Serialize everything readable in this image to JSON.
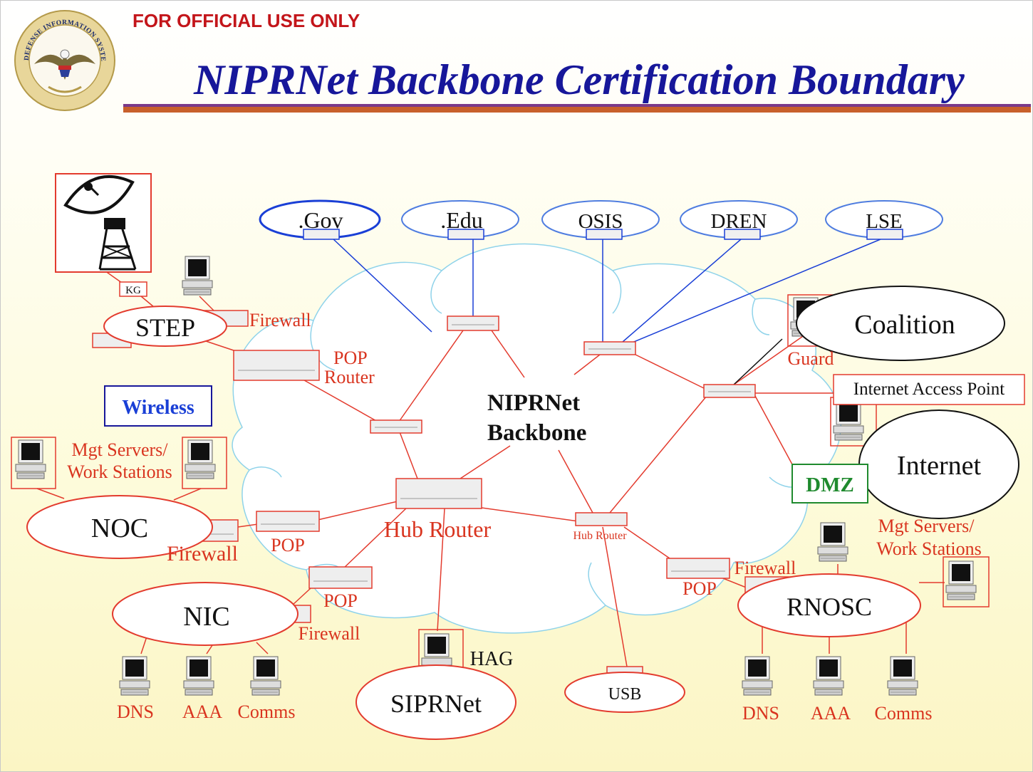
{
  "header": {
    "banner": "FOR OFFICIAL USE ONLY",
    "title": "NIPRNet Backbone Certification Boundary",
    "logo_text": "DEFENSE INFORMATION SYSTEMS AGENCY"
  },
  "colors": {
    "red": "#e33b2e",
    "blue": "#1a3fd6",
    "cloud": "#8fd3ea",
    "title": "#17179a",
    "banner": "#c3151a",
    "green": "#1f8a2e"
  },
  "external": [
    ".Gov",
    ".Edu",
    "OSIS",
    "DREN",
    "LSE"
  ],
  "backbone": {
    "line1": "NIPRNet",
    "line2": "Backbone"
  },
  "nodes": {
    "coalition": "Coalition",
    "internet": "Internet",
    "step": "STEP",
    "noc": "NOC",
    "nic": "NIC",
    "siprnet": "SIPRNet",
    "usb": "USB",
    "rnosc": "RNOSC"
  },
  "labels": {
    "kg": "KG",
    "step_firewall": "Firewall",
    "pop_router": [
      "POP",
      "Router"
    ],
    "wireless": "Wireless",
    "mgt_left": [
      "Mgt Servers/",
      "Work Stations"
    ],
    "noc_firewall": "Firewall",
    "pop_noc": "POP",
    "hub_router_main": "Hub Router",
    "hub_router_small": "Hub Router",
    "pop_nic": "POP",
    "nic_firewall": "Firewall",
    "hag": "HAG",
    "nic_services": [
      "DNS",
      "AAA",
      "Comms"
    ],
    "guard": "Guard",
    "internet_access_point": "Internet Access Point",
    "dmz": "DMZ",
    "mgt_right": [
      "Mgt Servers/",
      "Work Stations"
    ],
    "rnosc_firewall": "Firewall",
    "pop_rnosc": "POP",
    "rnosc_services": [
      "DNS",
      "AAA",
      "Comms"
    ]
  }
}
